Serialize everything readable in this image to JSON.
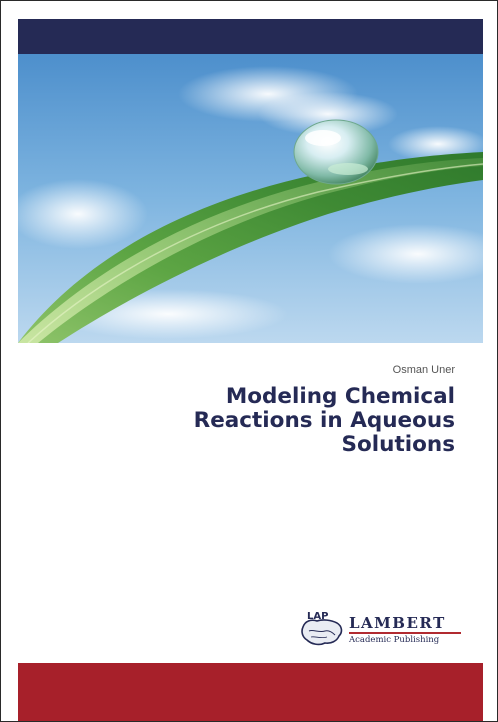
{
  "book": {
    "author": "Osman Uner",
    "title_lines": [
      "Modeling Chemical",
      "Reactions in Aqueous",
      "Solutions"
    ]
  },
  "publisher": {
    "emblem": "LAP",
    "name": "LAMBERT",
    "subtitle": "Academic Publishing"
  },
  "colors": {
    "navy": "#252a55",
    "red": "#a7202a",
    "sky": "#6aa6d6",
    "leaf": "#4f9a3c"
  },
  "icons": {
    "photo": "leaf-with-water-drop-image",
    "emblem": "lap-map-emblem-icon"
  }
}
